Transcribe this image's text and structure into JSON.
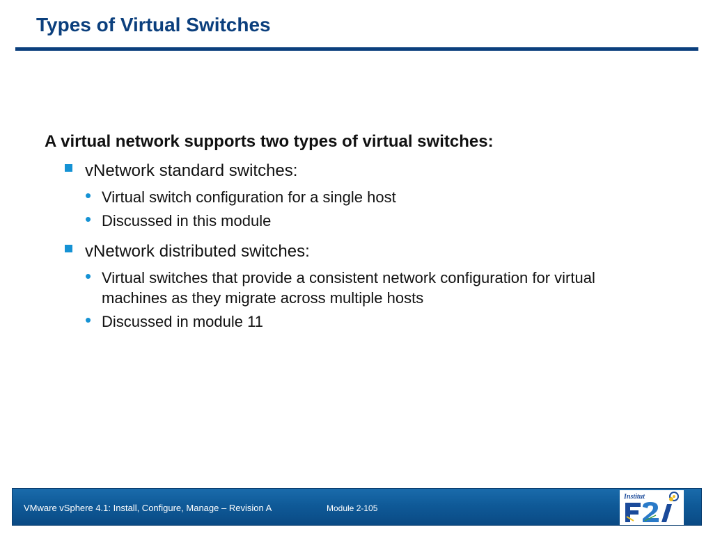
{
  "slide": {
    "title": "Types of Virtual Switches",
    "lead": "A virtual network supports two types of virtual switches:",
    "sections": [
      {
        "heading": "vNetwork standard switches:",
        "bullets": [
          "Virtual switch configuration for a single host",
          "Discussed in this module"
        ]
      },
      {
        "heading": "vNetwork distributed switches:",
        "bullets": [
          "Virtual switches that provide a consistent network configuration for virtual machines as they migrate across multiple hosts",
          "Discussed in module 11"
        ]
      }
    ]
  },
  "footer": {
    "course": "VMware vSphere 4.1: Install, Configure, Manage – Revision A",
    "page": "Module 2-105",
    "logo_text": "Institut F2i",
    "logo_icon": "f2i-logo-icon"
  },
  "colors": {
    "title": "#0b3f7d",
    "accent": "#1592d4",
    "footer": "#0f5a98"
  }
}
